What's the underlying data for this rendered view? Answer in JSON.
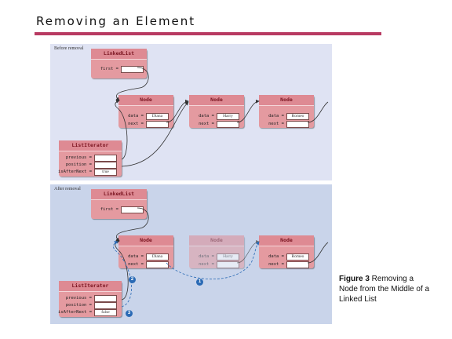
{
  "heading": "Removing an Element",
  "colors": {
    "accent_rule": "#b83a62",
    "panel_top": "#dfe3f3",
    "panel_bottom": "#c9d4ea",
    "box": "#e49aa0",
    "box_header": "#de8a93",
    "badge": "#2a6ab5"
  },
  "panels": {
    "before": {
      "label": "Before removal",
      "linked_list": {
        "title": "LinkedList",
        "first_label": "first ="
      },
      "nodes": [
        {
          "title": "Node",
          "data_label": "data =",
          "data_value": "Diana",
          "next_label": "next ="
        },
        {
          "title": "Node",
          "data_label": "data =",
          "data_value": "Harry",
          "next_label": "next ="
        },
        {
          "title": "Node",
          "data_label": "data =",
          "data_value": "Romeo",
          "next_label": "next ="
        }
      ],
      "iterator": {
        "title": "ListIterator",
        "previous_label": "previous =",
        "position_label": "position =",
        "is_after_next_label": "isAfterNext =",
        "is_after_next_value": "true"
      }
    },
    "after": {
      "label": "After removal",
      "linked_list": {
        "title": "LinkedList",
        "first_label": "first ="
      },
      "nodes": [
        {
          "title": "Node",
          "data_label": "data =",
          "data_value": "Diana",
          "next_label": "next ="
        },
        {
          "title": "Node",
          "data_label": "data =",
          "data_value": "Harry",
          "next_label": "next ="
        },
        {
          "title": "Node",
          "data_label": "data =",
          "data_value": "Romeo",
          "next_label": "next ="
        }
      ],
      "iterator": {
        "title": "ListIterator",
        "previous_label": "previous =",
        "position_label": "position =",
        "is_after_next_label": "isAfterNext =",
        "is_after_next_value": "false"
      },
      "badges": [
        "1",
        "2",
        "3"
      ]
    }
  },
  "caption": {
    "figure": "Figure 3",
    "text": " Removing a Node from the Middle of a Linked List"
  }
}
